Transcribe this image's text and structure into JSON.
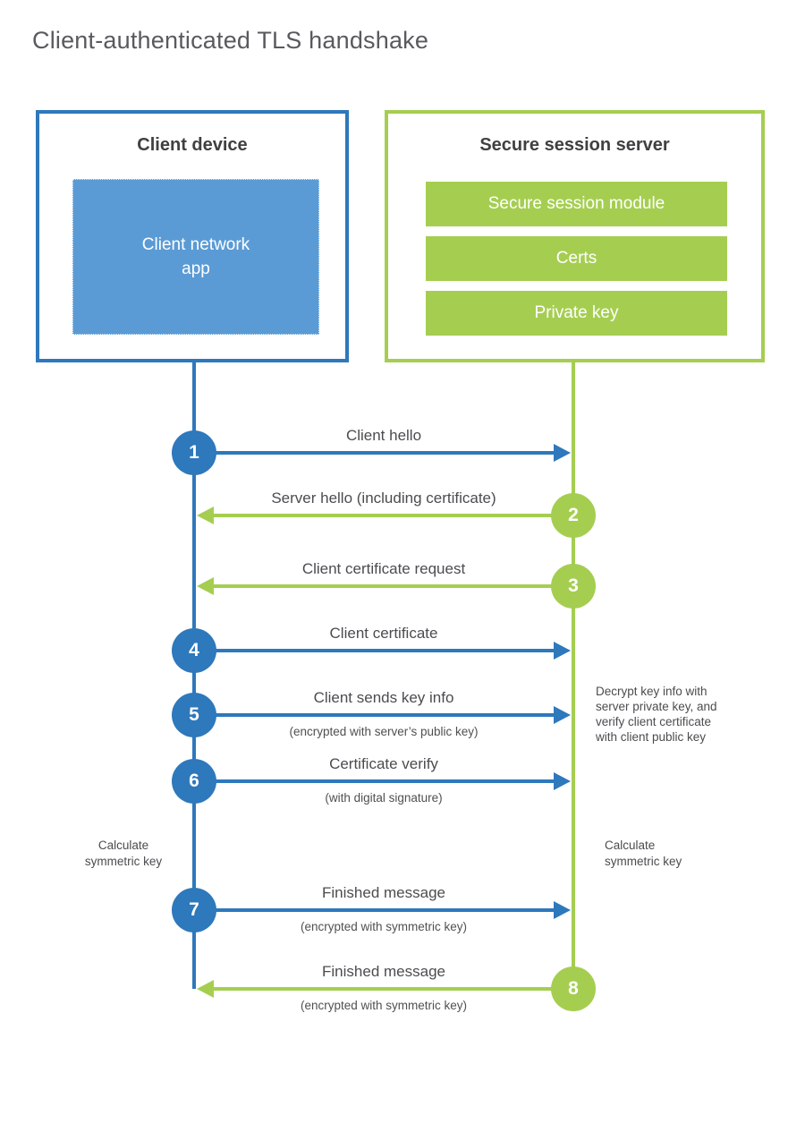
{
  "page_title": "Client-authenticated TLS handshake",
  "colors": {
    "client_blue": "#2e78bc",
    "client_app_blue": "#5b9bd5",
    "server_green": "#a5ce51",
    "text_dark": "#3f4042",
    "text_body": "#4b4c4f"
  },
  "client_box": {
    "title": "Client device",
    "app_label": "Client network\napp"
  },
  "server_box": {
    "title": "Secure session server",
    "modules": [
      "Secure session module",
      "Certs",
      "Private key"
    ]
  },
  "steps": [
    {
      "num": "1",
      "label": "Client hello",
      "sub": "",
      "direction": "right",
      "from": "client",
      "to": "server"
    },
    {
      "num": "2",
      "label": "Server hello (including certificate)",
      "sub": "",
      "direction": "left",
      "from": "server",
      "to": "client"
    },
    {
      "num": "3",
      "label": "Client certificate request",
      "sub": "",
      "direction": "left",
      "from": "server",
      "to": "client"
    },
    {
      "num": "4",
      "label": "Client certificate",
      "sub": "",
      "direction": "right",
      "from": "client",
      "to": "server"
    },
    {
      "num": "5",
      "label": "Client sends key info",
      "sub": "(encrypted with server’s public key)",
      "direction": "right",
      "from": "client",
      "to": "server"
    },
    {
      "num": "6",
      "label": "Certificate verify",
      "sub": "(with digital signature)",
      "direction": "right",
      "from": "client",
      "to": "server"
    },
    {
      "num": "7",
      "label": "Finished message",
      "sub": "(encrypted with symmetric key)",
      "direction": "right",
      "from": "client",
      "to": "server"
    },
    {
      "num": "8",
      "label": "Finished message",
      "sub": "(encrypted with symmetric key)",
      "direction": "left",
      "from": "server",
      "to": "client"
    }
  ],
  "annotations": {
    "server_note": "Decrypt key info with\nserver private key, and\nverify client certificate\nwith client public key",
    "calc_left": "Calculate\nsymmetric key",
    "calc_right": "Calculate\nsymmetric key"
  }
}
